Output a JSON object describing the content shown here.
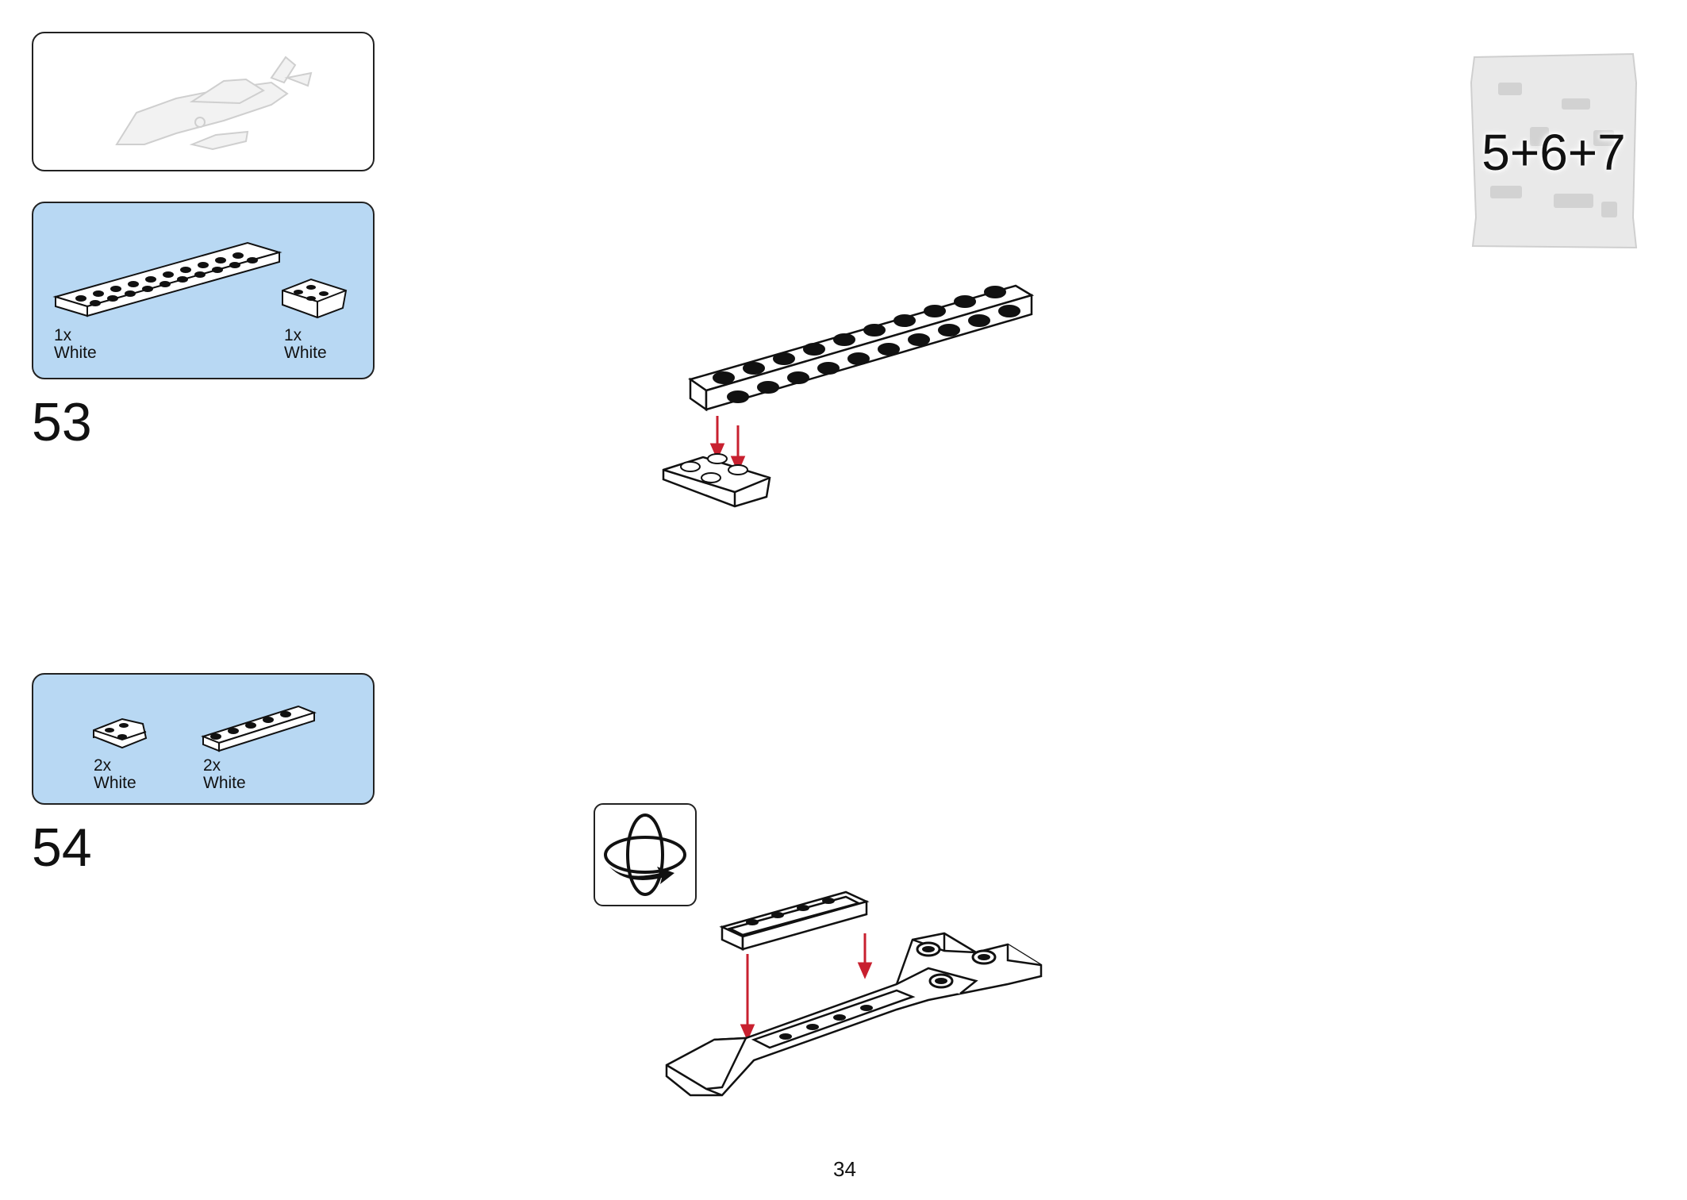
{
  "page": {
    "number": "34"
  },
  "bag": {
    "label": "5+6+7"
  },
  "steps": [
    {
      "number": "53",
      "parts": [
        {
          "qty": "1x",
          "color": "White"
        },
        {
          "qty": "1x",
          "color": "White"
        }
      ]
    },
    {
      "number": "54",
      "parts": [
        {
          "qty": "2x",
          "color": "White"
        },
        {
          "qty": "2x",
          "color": "White"
        }
      ]
    }
  ],
  "colors": {
    "parts_box": "#b8d8f3",
    "arrow": "#c8202f",
    "outline": "#111111"
  },
  "icons": [
    "rotate-model-icon"
  ]
}
